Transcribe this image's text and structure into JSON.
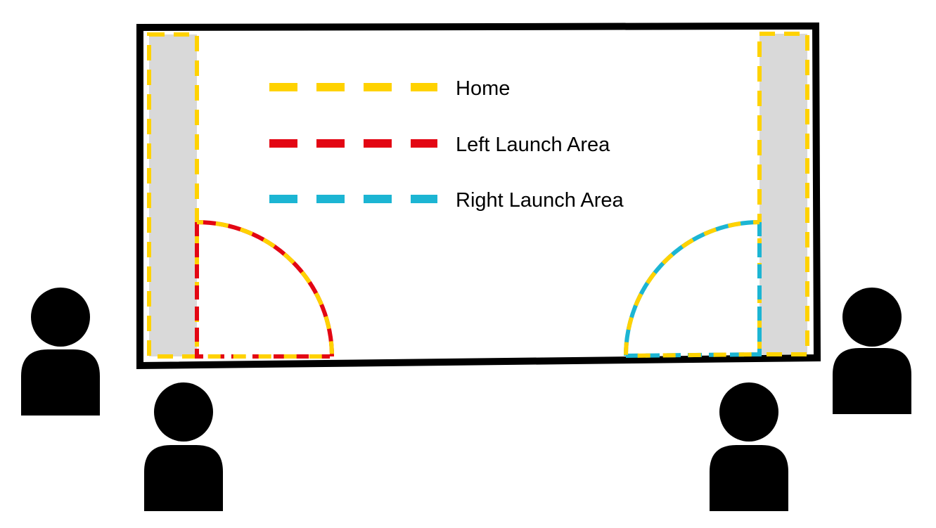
{
  "legend": {
    "items": [
      {
        "label": "Home",
        "color": "#FFD200",
        "region": "home"
      },
      {
        "label": "Left Launch Area",
        "color": "#E30613",
        "region": "left-launch-area"
      },
      {
        "label": "Right Launch Area",
        "color": "#1CB5D3",
        "region": "right-launch-area"
      }
    ]
  },
  "colors": {
    "frame": "#000000",
    "home_zone_fill": "#D9D9D9",
    "home_outline": "#FFD200",
    "left_launch_outline": "#E30613",
    "right_launch_outline": "#1CB5D3",
    "person": "#000000",
    "background": "#FFFFFF"
  },
  "people": [
    {
      "id": "person-left-outer",
      "icon": "person-icon"
    },
    {
      "id": "person-left-inner",
      "icon": "person-icon"
    },
    {
      "id": "person-right-inner",
      "icon": "person-icon"
    },
    {
      "id": "person-right-outer",
      "icon": "person-icon"
    }
  ]
}
